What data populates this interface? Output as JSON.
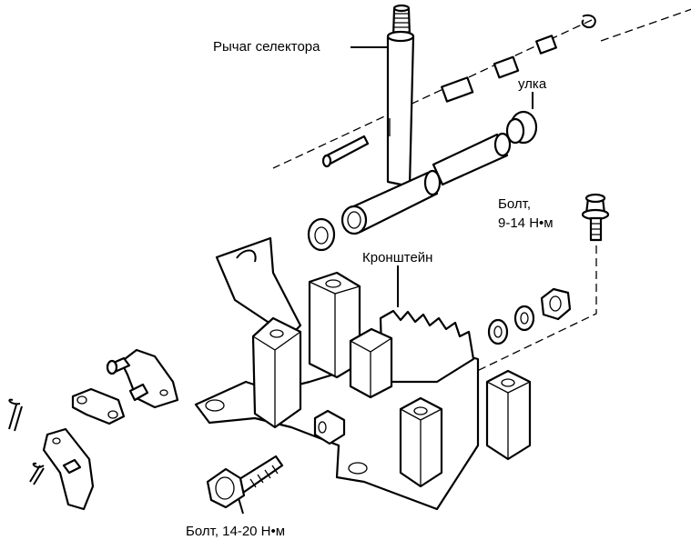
{
  "labels": {
    "selector_lever": "Рычаг селектора",
    "bushing": "улка",
    "bolt_small_title": "Болт,",
    "bolt_small_torque": "9-14 Н•м",
    "bracket": "Кронштейн",
    "bolt_large": "Болт, 14-20 Н•м"
  }
}
